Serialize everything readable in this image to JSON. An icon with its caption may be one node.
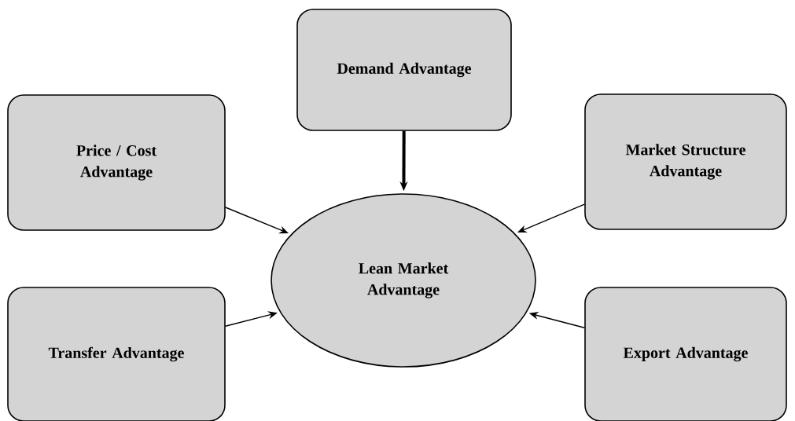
{
  "diagram": {
    "nodes": [
      {
        "text": [
          "Demand Advantage"
        ]
      },
      {
        "text": [
          "Price / Cost Advantage"
        ]
      },
      {
        "text": [
          "Market Structure Advantage"
        ]
      },
      {
        "text": [
          "Lean Market Advantage"
        ]
      },
      {
        "text": [
          "Transfer Advantage"
        ]
      },
      {
        "text": [
          "Export Advantage"
        ]
      }
    ],
    "edges": [
      {
        "from": 0,
        "to": 3,
        "arrow": "to",
        "style": "thick"
      },
      {
        "from": 1,
        "to": 3,
        "arrow": "to"
      },
      {
        "from": 2,
        "to": 3,
        "arrow": "to"
      },
      {
        "from": 4,
        "to": 3,
        "arrow": "to"
      },
      {
        "from": 5,
        "to": 3,
        "arrow": "to"
      }
    ]
  }
}
